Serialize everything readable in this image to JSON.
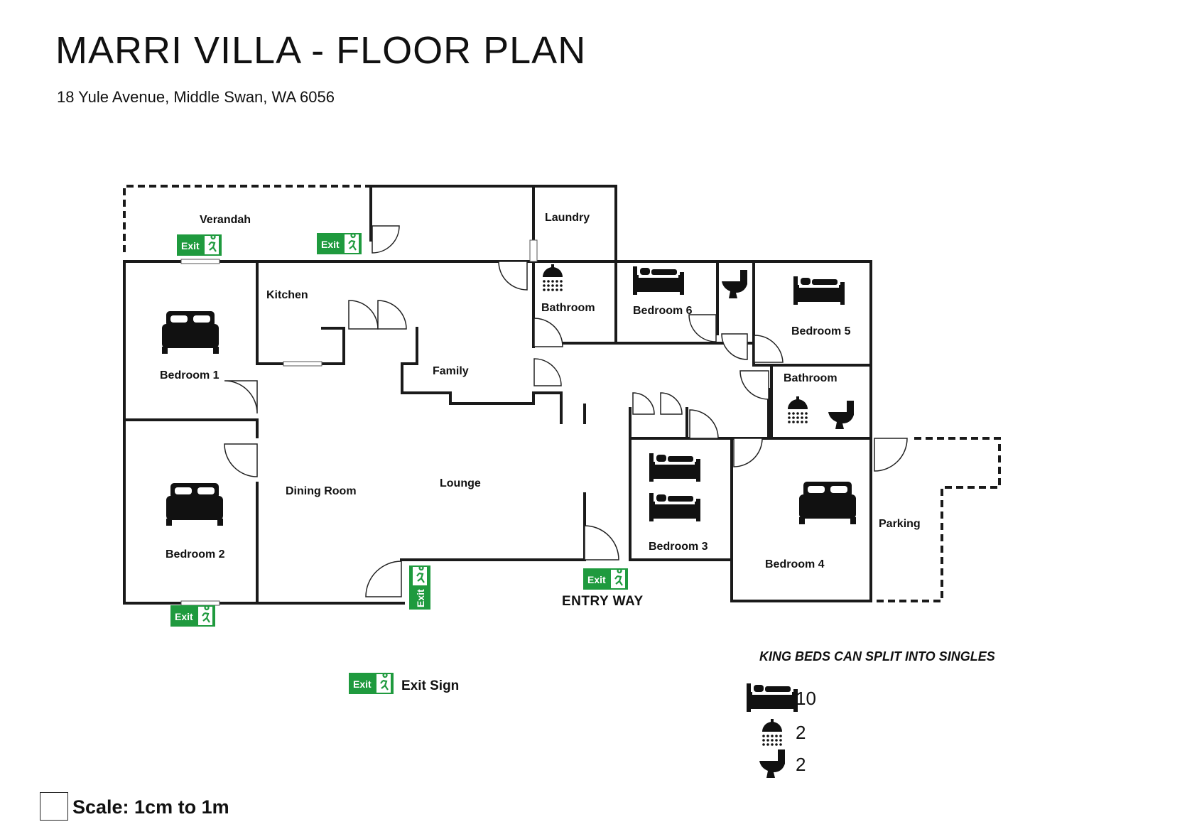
{
  "header": {
    "title": "MARRI VILLA - FLOOR PLAN",
    "address": "18 Yule Avenue, Middle Swan, WA 6056"
  },
  "rooms": {
    "verandah": "Verandah",
    "laundry": "Laundry",
    "kitchen": "Kitchen",
    "bathroom_a": "Bathroom",
    "bedroom6": "Bedroom 6",
    "bedroom5": "Bedroom 5",
    "bedroom1": "Bedroom 1",
    "family": "Family",
    "bathroom_b": "Bathroom",
    "dining": "Dining Room",
    "lounge": "Lounge",
    "bedroom2": "Bedroom 2",
    "bedroom3": "Bedroom 3",
    "bedroom4": "Bedroom 4",
    "parking": "Parking"
  },
  "exit_sign_text": "Exit",
  "entry_way": "ENTRY WAY",
  "legend": {
    "note": "KING BEDS CAN SPLIT INTO SINGLES",
    "exit_label": "Exit Sign",
    "beds_count": "10",
    "showers_count": "2",
    "toilets_count": "2",
    "icons": [
      "bed-icon",
      "shower-icon",
      "toilet-icon"
    ]
  },
  "scale": "Scale: 1cm to 1m",
  "colors": {
    "exit_green": "#1f9a3e",
    "walls": "#1a1a1a"
  }
}
